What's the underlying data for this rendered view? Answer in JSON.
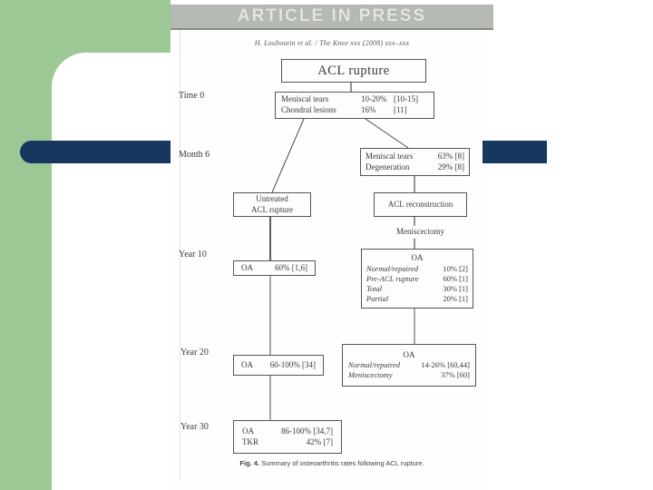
{
  "slide": {
    "colors": {
      "accent_green": "#9dc795",
      "accent_blue": "#16375f",
      "banner_gray": "#b6bab4"
    }
  },
  "paper": {
    "banner": "ARTICLE IN PRESS",
    "citation": "H. Louboutin et al. / The Knee xxx (2008) xxx–xxx",
    "caption": {
      "label": "Fig. 4.",
      "text": " Summary of osteoarthritis rates following ACL rupture."
    }
  },
  "timeline": {
    "labels": [
      "Time 0",
      "Month 6",
      "Year 10",
      "Year 20",
      "Year 30"
    ]
  },
  "flowchart": {
    "acl_rupture": "ACL rupture",
    "time0": {
      "rows": [
        {
          "label": "Meniscal tears",
          "value": "10-20%",
          "ref": "[10-15]"
        },
        {
          "label": "Chondral lesions",
          "value": "16%",
          "ref": "[11]"
        }
      ]
    },
    "month6": {
      "rows": [
        {
          "label": "Meniscal tears",
          "value": "63% [8]"
        },
        {
          "label": "Degeneration",
          "value": "29% [8]"
        }
      ]
    },
    "untreated": {
      "line1": "Untreated",
      "line2": "ACL rupture"
    },
    "reconstruction": {
      "label": "ACL reconstruction"
    },
    "meniscectomy": {
      "label": "Meniscectomy"
    },
    "year10_left": {
      "label": "OA",
      "value": "60% [1,6]"
    },
    "year10_right": {
      "header": "OA",
      "rows": [
        {
          "label": "Normal/repaired",
          "value": "10% [2]"
        },
        {
          "label": "Pre-ACL rupture",
          "value": "60% [1]"
        },
        {
          "label": "Total",
          "value": "30% [1]"
        },
        {
          "label": "Partial",
          "value": "20% [1]"
        }
      ]
    },
    "year20_left": {
      "label": "OA",
      "value": "60-100% [34]"
    },
    "year20_right": {
      "header": "OA",
      "rows": [
        {
          "label": "Normal/repaired",
          "value": "14-26% [60,44]"
        },
        {
          "label": "Meniscectomy",
          "value": "37% [60]"
        }
      ]
    },
    "year30": {
      "rows": [
        {
          "label": "OA",
          "value": "86-100% [34,7]"
        },
        {
          "label": "TKR",
          "value": "42% [7]"
        }
      ]
    }
  }
}
